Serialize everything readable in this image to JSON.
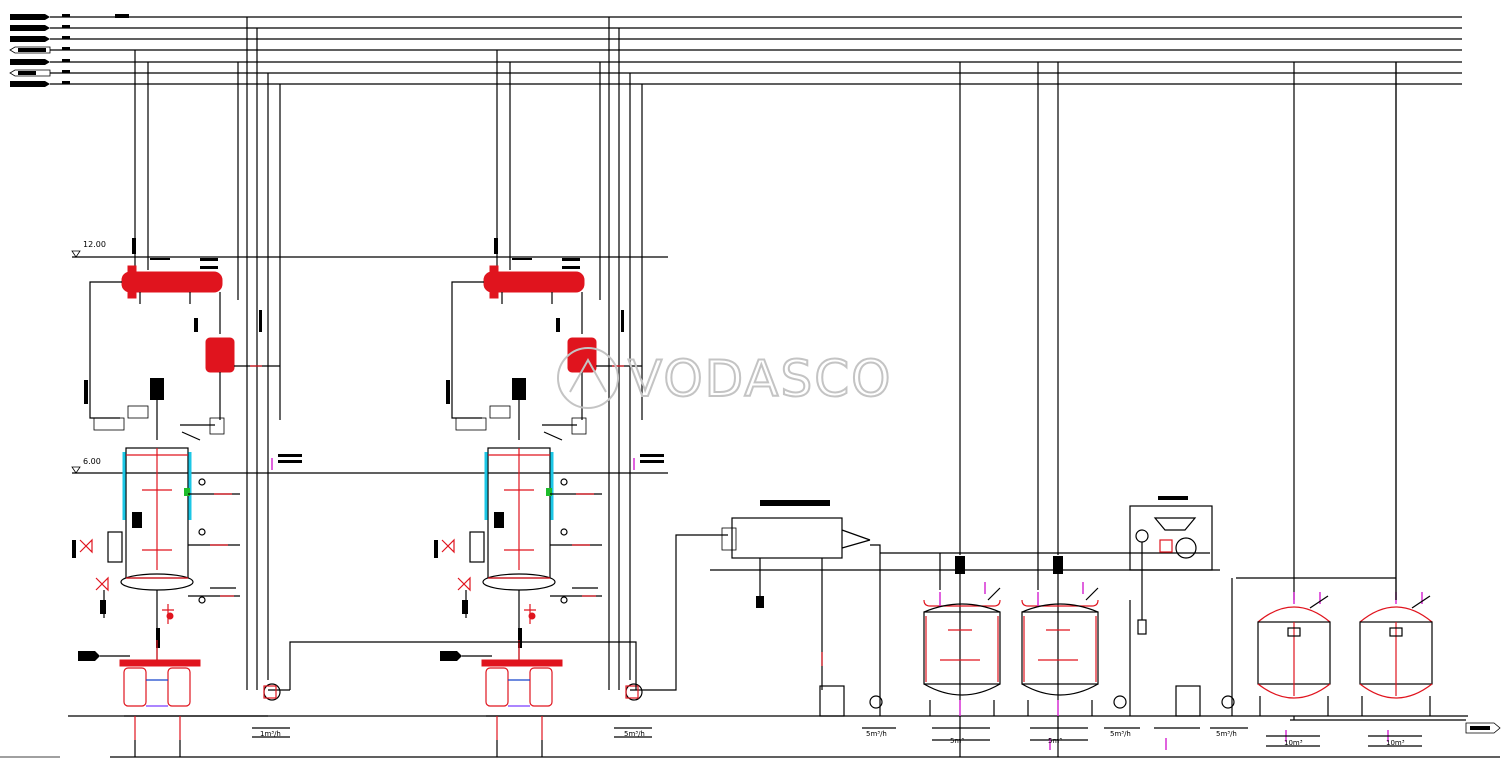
{
  "levels": [
    "12.00",
    "6.00"
  ],
  "watermark": "VODASCO",
  "output_tag": "",
  "unit_labels": {
    "pump1": "1m³/h",
    "pump2": "5m³/h",
    "pump3": "5m³/h",
    "pump4": "5m³/h",
    "pump5": "5m³/h",
    "tank1": "5m³",
    "tank2": "5m³",
    "tank3": "10m³",
    "tank4": "10m³"
  },
  "colors": {
    "line": "#000000",
    "equipment_red": "#e0141e",
    "valve_magenta": "#d21ecf",
    "jacket_cyan": "#1cc7e6",
    "watermark": "#c4c4c4"
  }
}
